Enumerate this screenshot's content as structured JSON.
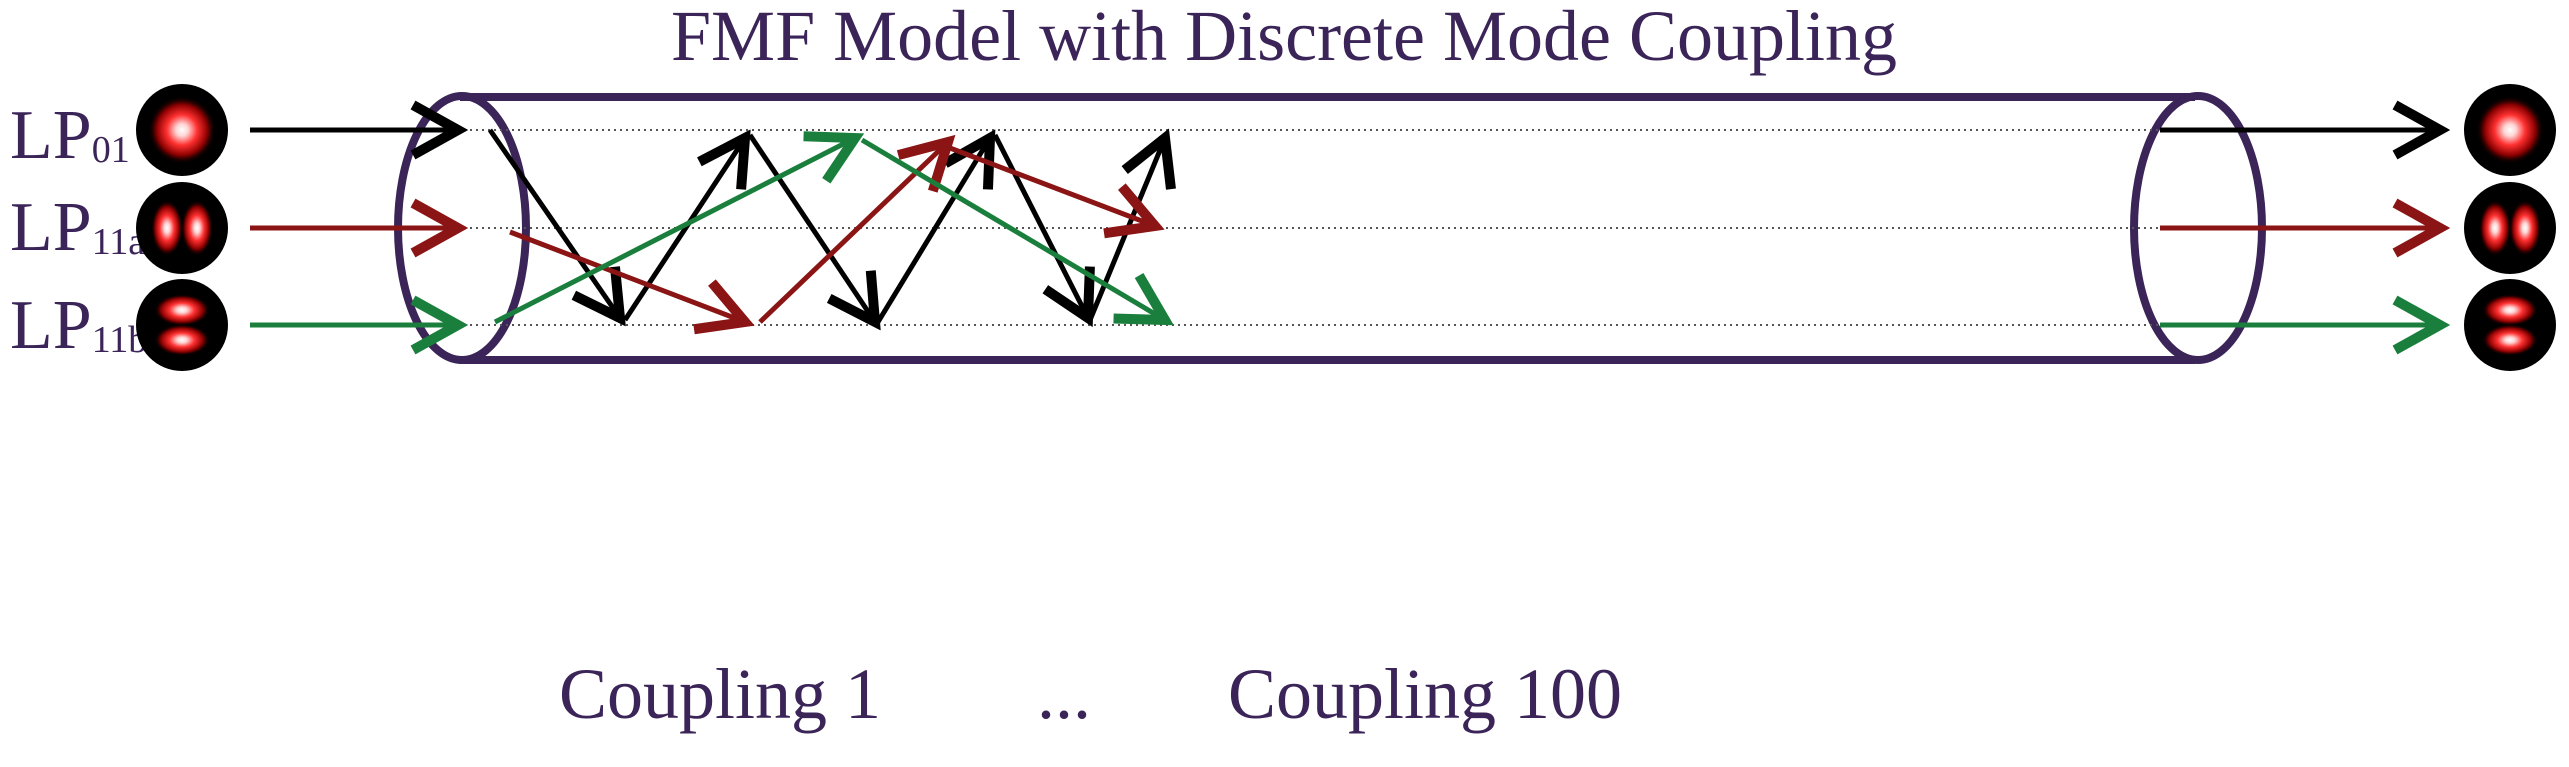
{
  "title": "FMF Model with Discrete Mode Coupling",
  "modes": [
    {
      "main": "LP",
      "sub": "01",
      "color": "#000000",
      "profile": "fundamental"
    },
    {
      "main": "LP",
      "sub": "11a",
      "color": "#8b1414",
      "profile": "two-lobe-horizontal"
    },
    {
      "main": "LP",
      "sub": "11b",
      "color": "#1a7f3c",
      "profile": "two-lobe-vertical"
    }
  ],
  "coupling_labels": {
    "first": "Coupling 1",
    "ellipsis": "...",
    "last": "Coupling 100"
  },
  "colors": {
    "title": "#3b2458",
    "fiber": "#3b2458",
    "lp01": "#000000",
    "lp11a": "#8b1414",
    "lp11b": "#1a7f3c"
  }
}
